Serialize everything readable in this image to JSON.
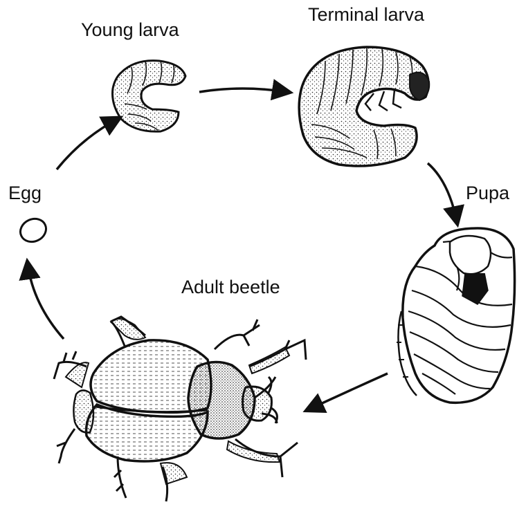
{
  "diagram": {
    "stages": {
      "young_larva": "Young larva",
      "terminal_larva": "Terminal larva",
      "pupa": "Pupa",
      "adult_beetle": "Adult beetle",
      "egg": "Egg"
    },
    "colors": {
      "ink": "#111111",
      "background": "#ffffff"
    }
  }
}
